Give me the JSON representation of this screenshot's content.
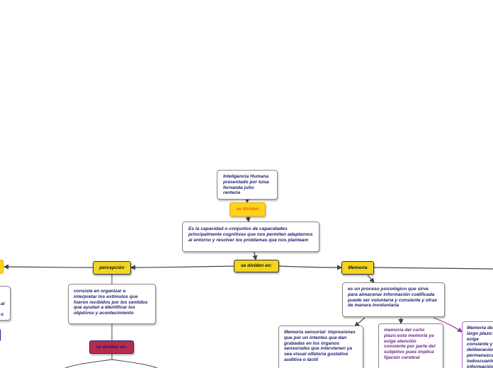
{
  "mindmap": {
    "root": "Inteligencia Humana presentado por luisa fernanda julio renteria",
    "root_link": "se dividen",
    "definition": "Es la capacidad o conjuntos de capacidades principalmente cognitivas que nos permiten adaptarnos al entorno  y resolver los problemas que nos planteam",
    "central_link": "se dividen en:",
    "left_branch": {
      "title": "percepción",
      "description": "consiste en organizar e interpretar los estimulos que fueron recibidos por los sentidos que ayudan a identificar los objetivos y acontecimiento",
      "link": "se dividen en:",
      "offscreen_fragments": [
        "al",
        "o"
      ]
    },
    "right_branch": {
      "title": "Memoria",
      "description": "es un proceso psicológico que sirve para almacenar  información codificada  puede ser voluntaria y consiente y otras de manera involuntaria",
      "children": [
        "Memoria sensorial: impresiones  que por un intentes que dan grabadas en los órganos  sensoriales que intervienen ya sea visual olfatoria  gustativa  auditiva o táctil",
        "memoria del corto plazo:esta memoria ya exige atención consiente por parte del subjetivo  pues implica fijación cerebral",
        "Memoria de largo plazo: exige consiente y deliberación permanezcan todoscuanto información simple"
      ]
    },
    "colors": {
      "text": "#1c1c6e",
      "link_yellow": "#f2d51c",
      "root_link_gold": "#ffd21c",
      "root_link_text": "#e46a00",
      "sub_link_maroon": "#b82b4c",
      "purple_text": "#6a2a88",
      "edge": "#444444",
      "purple_edge": "#a03a9a"
    }
  }
}
